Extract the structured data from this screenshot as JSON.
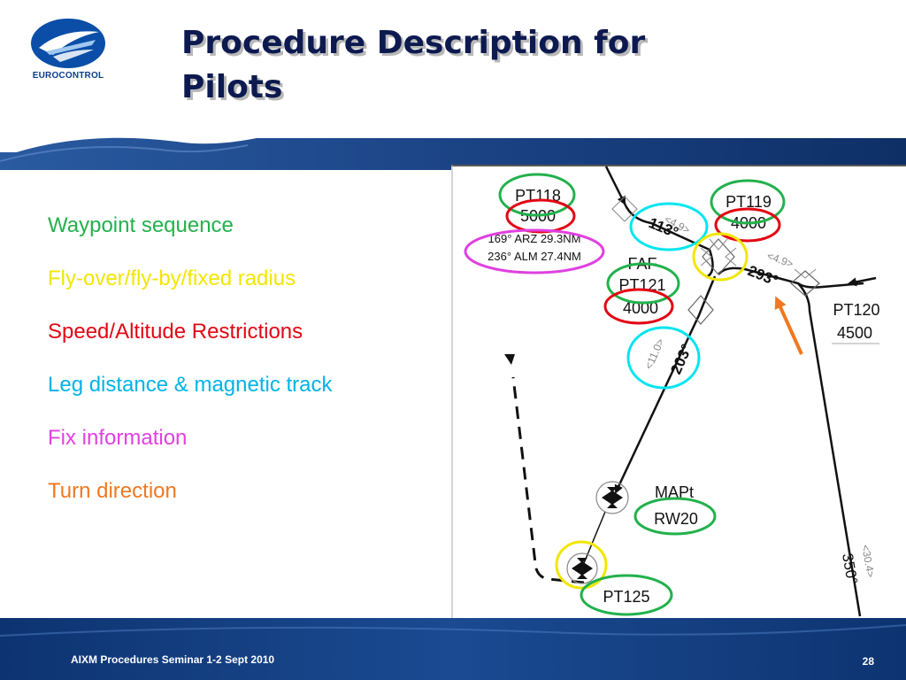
{
  "header": {
    "logo_text": "EUROCONTROL",
    "title_line1": "Procedure Description for",
    "title_line2": "Pilots"
  },
  "legend_items": [
    {
      "label": "Waypoint sequence",
      "color": "#22b14c"
    },
    {
      "label": "Fly-over/fly-by/fixed radius",
      "color": "#f2e600"
    },
    {
      "label": "Speed/Altitude Restrictions",
      "color": "#e30613"
    },
    {
      "label": "Leg distance & magnetic track",
      "color": "#00b3e6"
    },
    {
      "label": "Fix information",
      "color": "#e040e0"
    },
    {
      "label": "Turn direction",
      "color": "#f07820"
    }
  ],
  "diagram": {
    "pt118": {
      "name": "PT118",
      "altitude": "5000"
    },
    "fix_info": {
      "line1": "169° ARZ 29.3NM",
      "line2": "236° ALM 27.4NM"
    },
    "pt119": {
      "name": "PT119",
      "altitude": "4000"
    },
    "faf": {
      "label": "FAF",
      "name": "PT121",
      "altitude": "4000"
    },
    "pt120": {
      "name": "PT120",
      "altitude": "4500"
    },
    "mapt": {
      "label": "MAPt",
      "name": "RW20"
    },
    "pt125": {
      "name": "PT125"
    },
    "tracks": {
      "t113": {
        "value": "113°",
        "distance_tick": "<4.9>"
      },
      "t293": {
        "value": "293°",
        "distance_tick": "<4.9>"
      },
      "t203": {
        "value": "203°",
        "distance_tick": "<11.0>"
      },
      "t350": {
        "value": "350°",
        "distance_tick": "<30.4>"
      }
    },
    "colors": {
      "sequence": "#22b14c",
      "flyover": "#f2e600",
      "restriction": "#e30613",
      "leg": "#00b3e6",
      "fix": "#e040e0",
      "turn": "#f07820"
    }
  },
  "footer": {
    "left_text": "AIXM Procedures Seminar 1-2 Sept 2010",
    "page_number": "28"
  }
}
